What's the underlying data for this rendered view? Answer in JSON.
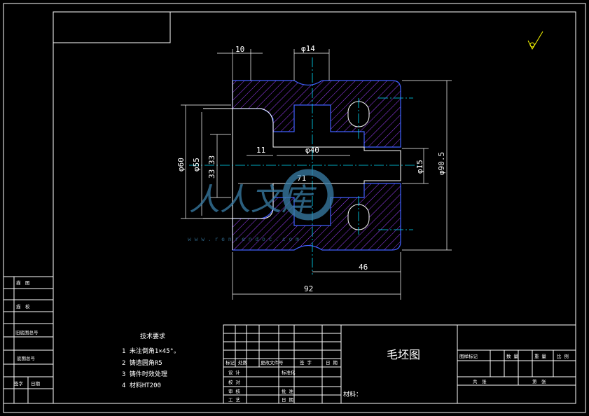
{
  "drawing": {
    "part_title": "毛坯图",
    "material_label": "材料：",
    "tech_requirements": {
      "heading": "技术要求",
      "items": [
        "1 未注倒角1×45°。",
        "2 铸造圆角R5",
        "3 铸件时效处理",
        "4 材料HT200"
      ]
    },
    "dimensions": {
      "top_width": "10",
      "top_dia": "φ14",
      "left_outer": "φ60",
      "left_mid": "φ55",
      "left_inner": "33 33",
      "hole_depth": "11",
      "bore_dia": "φ40",
      "center_len": "71",
      "right_small": "φ15",
      "right_large": "φ90.5",
      "bottom_46": "46",
      "bottom_92": "92"
    },
    "side_stamp": {
      "rows": [
        "描　图",
        "描　校",
        "旧底图总号",
        "底图总号",
        "签字",
        "日期"
      ]
    },
    "title_block": {
      "header_cells": [
        "标记",
        "处数",
        "更改文件号",
        "签 字",
        "日 期"
      ],
      "row_labels": [
        "设 计",
        "校 对",
        "审 核",
        "工 艺"
      ],
      "row_mid": [
        "标准化",
        "",
        "批 准",
        "日 期"
      ],
      "right_header": [
        "图样标记",
        "数 量",
        "重 量",
        "比 例"
      ],
      "sheet_info": [
        "共　张",
        "第　张"
      ]
    },
    "watermark": {
      "text": "人人文库",
      "url": "w w w . r e n r e n d o c . c o m"
    }
  },
  "colors": {
    "background": "#000000",
    "outline": "#ffffff",
    "hatch": "#a040ff",
    "part_edge": "#4060ff",
    "center_line": "#00e0ff",
    "watermark": "#3a7fa8"
  }
}
